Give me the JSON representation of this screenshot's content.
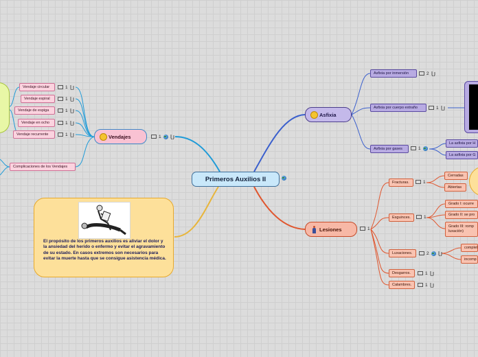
{
  "central": {
    "title": "Primeros Auxilios II"
  },
  "asfixia": {
    "title": "Asfixia",
    "inmersion": {
      "label": "Asfixia por inmersión",
      "count": "2"
    },
    "cuerpo": {
      "label": "Asfixia por cuerpo extraño",
      "count": "1"
    },
    "gases": {
      "label": "Asfixia por gases",
      "count": "1",
      "children": [
        "La asfixia por H",
        "La asfixia por G"
      ]
    }
  },
  "lesiones": {
    "title": "Lesiones",
    "count": "1",
    "fracturas": {
      "label": "Fracturas.",
      "count": "1",
      "children": [
        "Cerradas",
        "Abiertas"
      ]
    },
    "esguinces": {
      "label": "Esguinces.",
      "count": "1",
      "children": [
        "Grado I: ocurre",
        "Grado II: se pro",
        "Grado III: romp luxación)"
      ]
    },
    "luxaciones": {
      "label": "Luxaciones.",
      "count": "2",
      "children": [
        "complet",
        "incomp"
      ]
    },
    "desgarros": {
      "label": "Desgarros.",
      "count": "1"
    },
    "calambres": {
      "label": "Calambres.",
      "count": "1"
    }
  },
  "vendajes": {
    "title": "Vendajes",
    "count": "1",
    "items": [
      {
        "label": "Vendaje circular",
        "count": "1"
      },
      {
        "label": "Vendaje espiral",
        "count": "1"
      },
      {
        "label": "Vendaje de espiga",
        "count": "1"
      },
      {
        "label": "Vendaje en ocho",
        "count": "1"
      },
      {
        "label": "Vendaje recurrente",
        "count": "1"
      }
    ],
    "complicaciones": "Complicaciones de los Vendajes"
  },
  "note": {
    "text": "El propósito de los primeros auxilios es aliviar el dolor y la ansiedad del herido o enfermo y evitar el agravamiento de su estado.  En casos extremos son necesarios para evitar la muerte hasta que se consigue asistencia médica."
  },
  "colors": {
    "asfixia": "#3a5fcd",
    "lesiones": "#e0562e",
    "vendajes": "#1f9bd8",
    "note": "#e8b53a",
    "background": "#dcdcdc"
  },
  "icons": [
    "comment-icon",
    "attachment-icon",
    "globe-icon"
  ]
}
